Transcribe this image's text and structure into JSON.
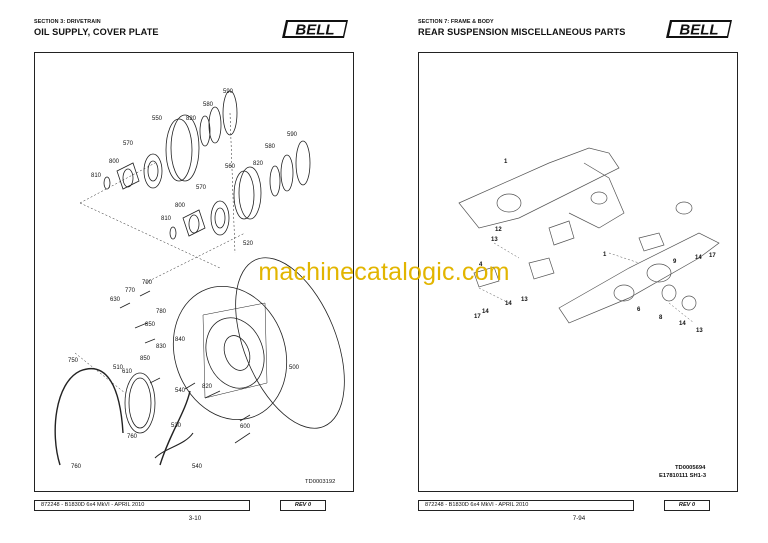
{
  "watermark": "machinecatalogic.com",
  "brand": {
    "logo_text": "BELL"
  },
  "left_page": {
    "section_label": "SECTION 3: DRIVETRAIN",
    "title": "OIL SUPPLY, COVER PLATE",
    "drawing_code": "TD0003192",
    "footer_text": "872248 - B1830D 6x4 MkVI - APRIL 2010",
    "revision": "REV 0",
    "page_number": "3-10",
    "callouts": [
      "590",
      "580",
      "820",
      "550",
      "590",
      "580",
      "570",
      "820",
      "560",
      "800",
      "810",
      "570",
      "800",
      "810",
      "520",
      "790",
      "770",
      "630",
      "780",
      "850",
      "840",
      "830",
      "850",
      "750",
      "510",
      "610",
      "500",
      "540",
      "820",
      "530",
      "600",
      "760",
      "760",
      "540"
    ]
  },
  "right_page": {
    "section_label": "SECTION 7: FRAME & BODY",
    "title": "REAR SUSPENSION MISCELLANEOUS PARTS",
    "drawing_code": "TD0005694",
    "drawing_code_2": "E17810111 SH1-3",
    "footer_text": "872248 - B1830D 6x4 MkVI - APRIL 2010",
    "revision": "REV 0",
    "page_number": "7-94",
    "callouts": [
      "1",
      "12",
      "13",
      "1",
      "9",
      "14",
      "17",
      "4",
      "14",
      "13",
      "17",
      "14",
      "6",
      "8",
      "14",
      "13"
    ]
  }
}
